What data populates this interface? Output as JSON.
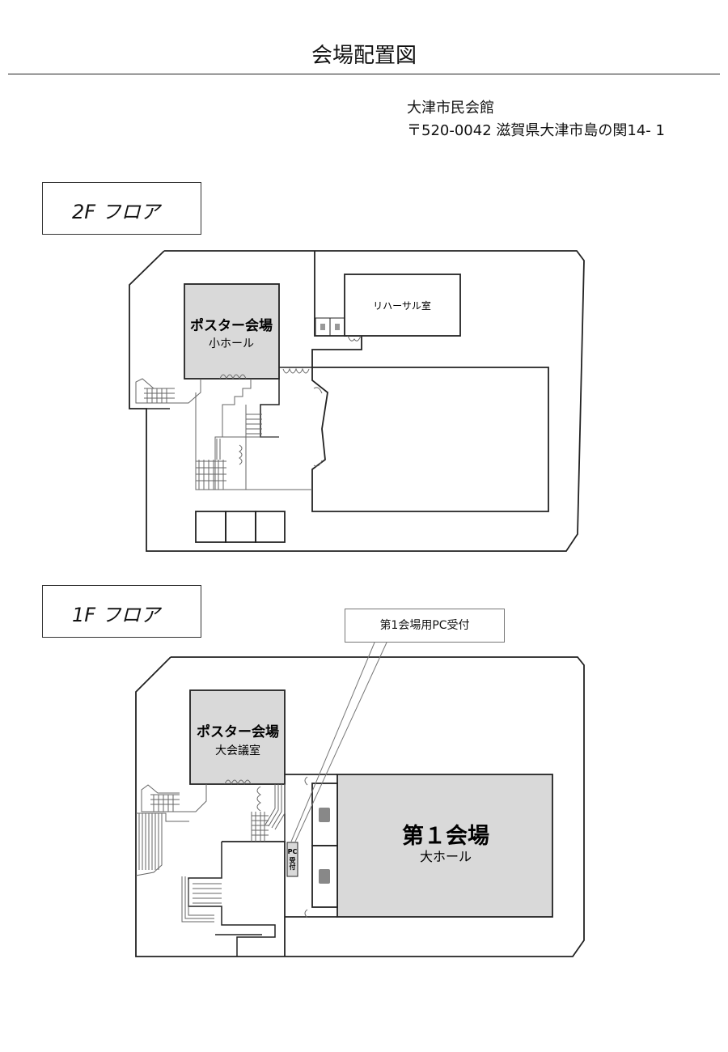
{
  "header": {
    "title": "会場配置図",
    "venue_name": "大津市民会館",
    "address": "〒520-0042 滋賀県大津市島の関14- 1"
  },
  "floor2": {
    "label": "2F フロア",
    "poster_hall_title": "ポスター会場",
    "poster_hall_sub": "小ホール",
    "rehearsal_room": "リハーサル室"
  },
  "floor1": {
    "label": "1F フロア",
    "callout": "第1会場用PC受付",
    "poster_hall_title": "ポスター会場",
    "poster_hall_sub": "大会議室",
    "main_hall_title": "第１会場",
    "main_hall_sub": "大ホール",
    "pc_reception_line1": "PC",
    "pc_reception_line2": "受付"
  },
  "colors": {
    "hall_fill": "#d9d9d9",
    "wall": "#222222",
    "thin": "#666666"
  }
}
